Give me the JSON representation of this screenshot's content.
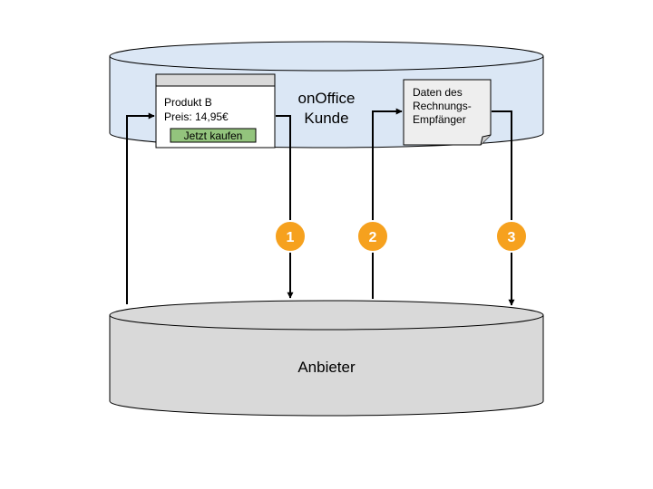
{
  "top_cylinder": {
    "label_line1": "onOffice",
    "label_line2": "Kunde",
    "fill": "#dbe7f5"
  },
  "bottom_cylinder": {
    "label": "Anbieter",
    "fill": "#d9d9d9"
  },
  "product_window": {
    "name": "Produkt B",
    "price": "Preis: 14,95€",
    "button_label": "Jetzt kaufen",
    "button_color": "#93c47d"
  },
  "document": {
    "line1": "Daten des",
    "line2": "Rechnungs-",
    "line3": "Empfänger"
  },
  "steps": [
    {
      "label": "1"
    },
    {
      "label": "2"
    },
    {
      "label": "3"
    }
  ],
  "colors": {
    "step_badge": "#f6a11e",
    "arrow": "#000000"
  }
}
